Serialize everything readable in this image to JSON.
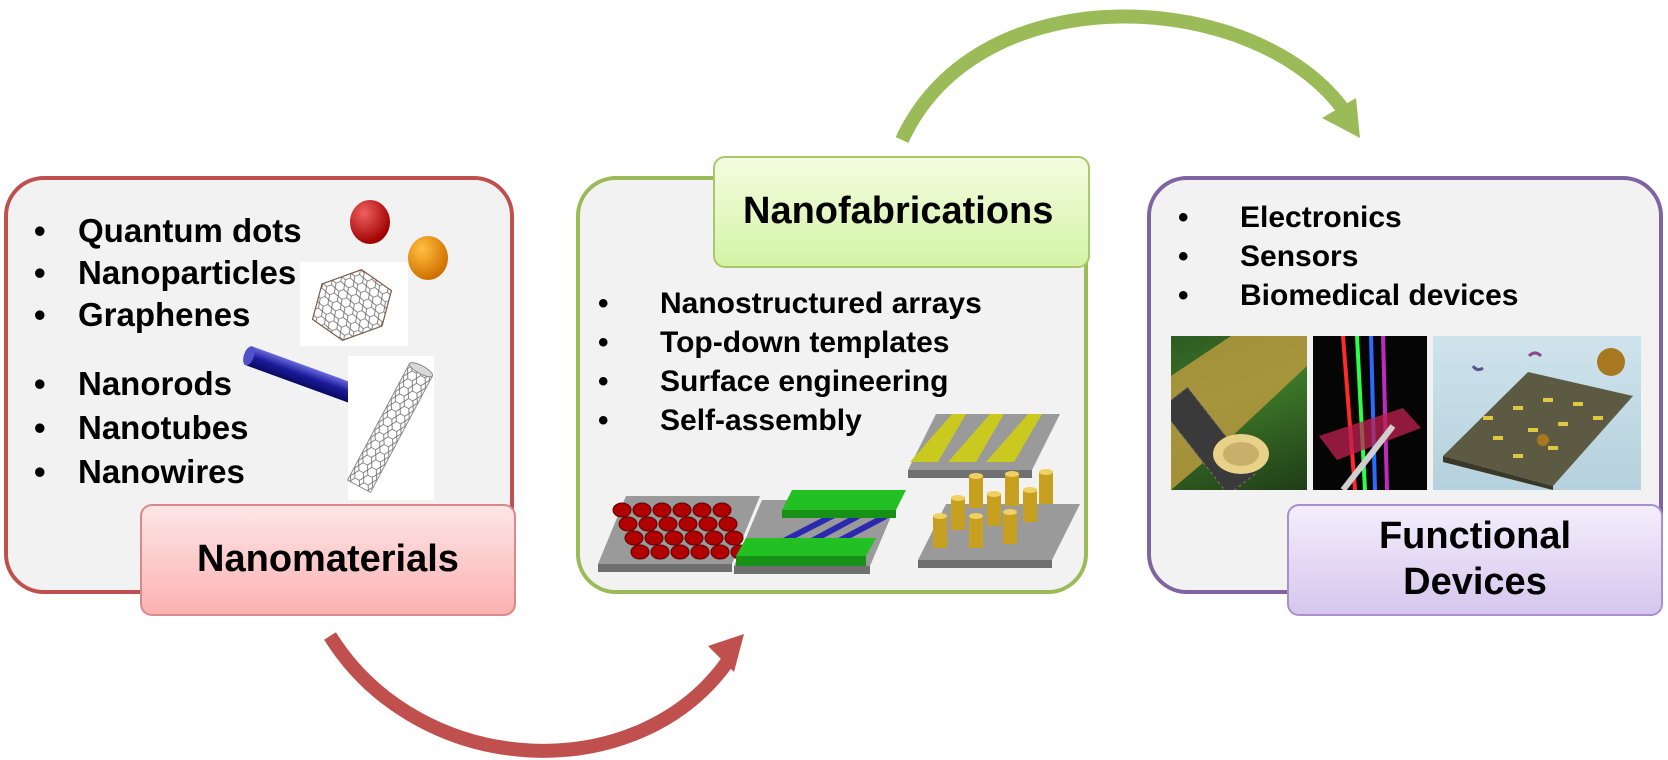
{
  "nanomaterials": {
    "title": "Nanomaterials",
    "items_group1": [
      "Quantum dots",
      "Nanoparticles",
      "Graphenes"
    ],
    "items_group2": [
      "Nanorods",
      "Nanotubes",
      "Nanowires"
    ],
    "color": "#c0504d"
  },
  "nanofabrications": {
    "title": "Nanofabrications",
    "items": [
      "Nanostructured arrays",
      "Top-down templates",
      "Surface engineering",
      "Self-assembly"
    ],
    "color": "#9bbb59"
  },
  "functional_devices": {
    "title_line1": "Functional",
    "title_line2": "Devices",
    "items": [
      "Electronics",
      "Sensors",
      "Biomedical devices"
    ],
    "color": "#8064a2"
  },
  "icons": [
    "quantum-dot-sphere-icon",
    "nanoparticle-sphere-icon",
    "graphene-lattice-icon",
    "nanorod-icon",
    "nanotube-icon",
    "particle-array-icon",
    "template-electrode-icon",
    "stripe-pattern-icon",
    "pillar-array-icon",
    "cnt-device-photo",
    "laser-sensor-photo",
    "biomedical-chip-photo"
  ]
}
